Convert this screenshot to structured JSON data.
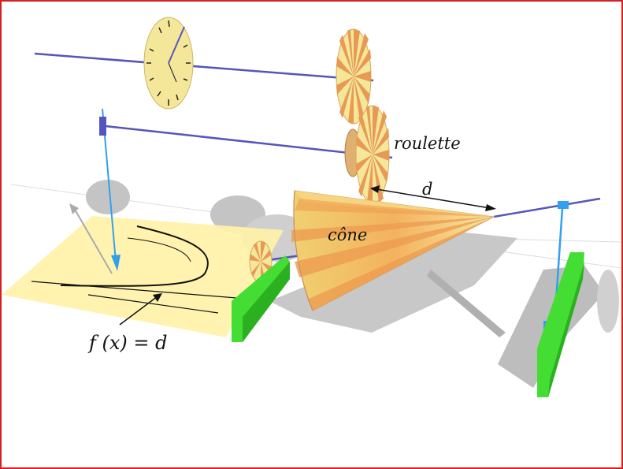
{
  "labels": {
    "roulette": "roulette",
    "d": "d",
    "cone": "cône",
    "equation": "f (x) = d"
  },
  "colors": {
    "frame": "#d42020",
    "shaft": "#5555bb",
    "pointer": "#33a0ee",
    "plate": "#fff2a8",
    "wheel_light": "#f5e79a",
    "wheel_dark": "#e89a55",
    "support": "#44dd33",
    "shadow": "#c4c4c4"
  }
}
